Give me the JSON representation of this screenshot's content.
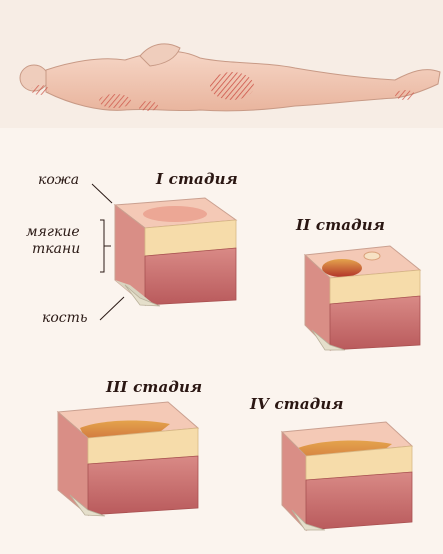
{
  "labels": {
    "skin": "кожа",
    "soft_tissue_line1": "мягкие",
    "soft_tissue_line2": "ткани",
    "bone": "кость"
  },
  "stages": {
    "stage1": "I стадия",
    "stage2": "II стадия",
    "stage3": "III стадия",
    "stage4": "IV стадия"
  },
  "colors": {
    "background": "#fbf4ee",
    "skin": "#f2c9b6",
    "fat": "#f6dcaa",
    "muscle": "#c76a6a",
    "bone": "#d9d3bf",
    "wound": "#c23a2c"
  }
}
